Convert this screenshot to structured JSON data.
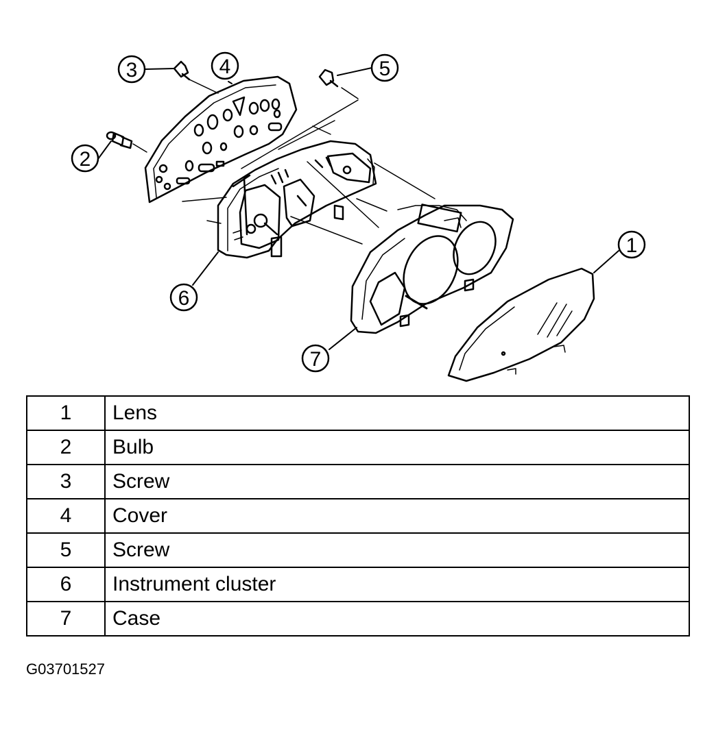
{
  "diagram": {
    "callouts": [
      {
        "number": "1"
      },
      {
        "number": "2"
      },
      {
        "number": "3"
      },
      {
        "number": "4"
      },
      {
        "number": "5"
      },
      {
        "number": "6"
      },
      {
        "number": "7"
      }
    ]
  },
  "parts_table": {
    "rows": [
      {
        "number": "1",
        "description": "Lens"
      },
      {
        "number": "2",
        "description": "Bulb"
      },
      {
        "number": "3",
        "description": "Screw"
      },
      {
        "number": "4",
        "description": "Cover"
      },
      {
        "number": "5",
        "description": "Screw"
      },
      {
        "number": "6",
        "description": "Instrument cluster"
      },
      {
        "number": "7",
        "description": "Case"
      }
    ]
  },
  "figure_code": "G03701527"
}
